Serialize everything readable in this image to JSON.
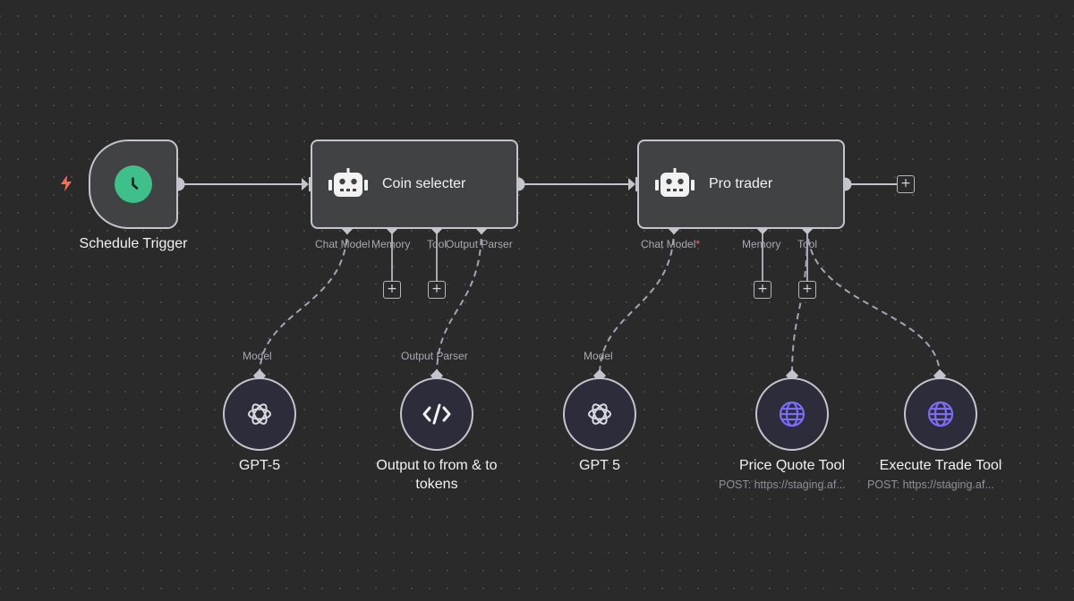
{
  "canvas": {
    "background": "#2a2a2a",
    "accent_trigger": "#3fc08a",
    "accent_bolt": "#ff6d5a",
    "accent_tool": "#7b6cf6"
  },
  "nodes": {
    "schedule_trigger": {
      "label": "Schedule Trigger",
      "icon": "clock-icon"
    },
    "coin_selecter": {
      "label": "Coin selecter",
      "icon": "robot-icon",
      "ports": {
        "chat_model": "Chat Model",
        "memory": "Memory",
        "tool": "Tool",
        "output_parser": "Output Parser"
      }
    },
    "pro_trader": {
      "label": "Pro trader",
      "icon": "robot-icon",
      "ports": {
        "chat_model": "Chat Model",
        "chat_model_required": "*",
        "memory": "Memory",
        "tool": "Tool"
      }
    },
    "gpt5_a": {
      "label": "GPT-5",
      "port": "Model",
      "icon": "openai-icon"
    },
    "output_parser": {
      "label": "Output to from & to tokens",
      "port": "Output Parser",
      "icon": "code-icon"
    },
    "gpt5_b": {
      "label": "GPT 5",
      "port": "Model",
      "icon": "openai-icon"
    },
    "price_quote_tool": {
      "label": "Price Quote Tool",
      "subtitle": "POST: https://staging.af...",
      "icon": "globe-icon"
    },
    "execute_trade_tool": {
      "label": "Execute Trade Tool",
      "subtitle": "POST: https://staging.af...",
      "icon": "globe-icon"
    }
  },
  "controls": {
    "plus": "+"
  }
}
